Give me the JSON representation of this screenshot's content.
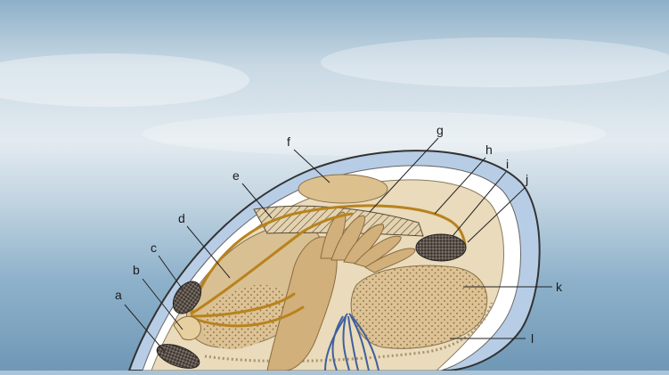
{
  "labels": {
    "a": "a",
    "b": "b",
    "c": "c",
    "d": "d",
    "e": "e",
    "f": "f",
    "g": "g",
    "h": "h",
    "i": "i",
    "j": "j",
    "k": "k",
    "l": "l"
  },
  "colors": {
    "sky_top": "#8fb0c9",
    "sky_mid": "#dfe8ee",
    "water": "#7ea6c2",
    "shell_outer": "#b9cfe6",
    "shell_mid": "#ffffff",
    "mantle": "#e7d7b5",
    "body": "#d8bd8d",
    "foot": "#cfae78",
    "nerve": "#b8831e",
    "gill_lines": "#5a4a33",
    "gonad_dots": "#c9aa79",
    "siphon_blue": "#3f5f9e",
    "muscle_dark": "#4a4038"
  }
}
